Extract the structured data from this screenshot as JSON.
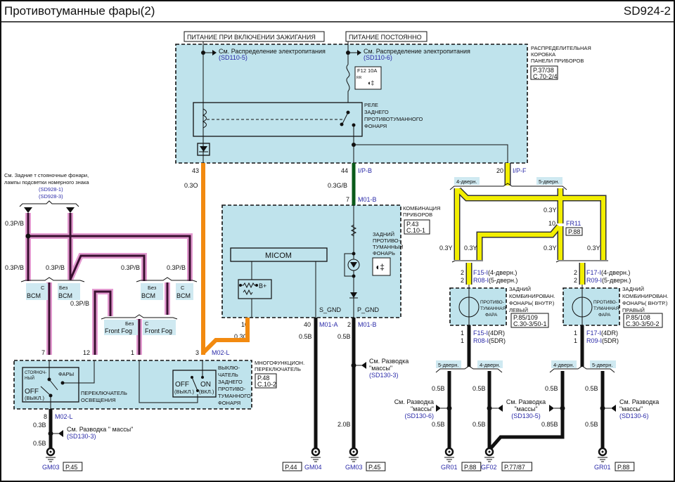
{
  "header": {
    "title": "Противотуманные фары(2)",
    "code": "SD924-2"
  },
  "power": {
    "ign": "ПИТАНИЕ ПРИ ВКЛЮЧЕНИИ ЗАЖИГАНИЯ",
    "const": "ПИТАНИЕ ПОСТОЯННО",
    "see": "См. Распределение электропитания",
    "ref1": "(SD110-5)",
    "ref2": "(SD110-6)"
  },
  "fuse": {
    "name": "F12 10A",
    "sub": "RR"
  },
  "relay": {
    "lines": [
      "РЕЛЕ",
      "ЗАДНЕГО",
      "ПРОТИВОТУМАННОГО",
      "ФОНАРЯ"
    ]
  },
  "junction_box": {
    "lines": [
      "РАСПРЕДЕЛИТЕЛЬНАЯ",
      "КОРОБКА",
      "ПАНЕЛИ ПРИБОРОВ"
    ],
    "ref1": "P.37/38",
    "ref2": "C.70-2/4"
  },
  "pins": {
    "p43": "43",
    "w43": "0.3O",
    "p44": "44",
    "c44": "I/P-B",
    "w44": "0.3G/B",
    "p7": "7",
    "c7": "M01-B",
    "p20": "20",
    "c20": "I/P-F",
    "p10": "10",
    "w10": "0.3O",
    "p40": "40",
    "c40": "M01-A",
    "p2": "2",
    "c2": "M01-B",
    "w40": "0.5B",
    "w2": "0.5B",
    "w2b": "2.0B"
  },
  "cluster": {
    "lines": [
      "КОМБИНАЦИЯ",
      "ПРИБОРОВ"
    ],
    "ref1": "P.43",
    "ref2": "C.10-1",
    "micom": "MICOM",
    "bplus": "B+",
    "sgnd": "S_GND",
    "pgnd": "P_GND",
    "lamp": [
      "ЗАДНИЙ",
      "ПРОТИВО-",
      "ТУМАННЫЙ",
      "ФОНАРЬ"
    ]
  },
  "left": {
    "see": [
      "См. Задние т стояночные фонари,",
      "лампы подсветки  номерного знака"
    ],
    "ref1": "(SD928-1)",
    "ref2": "(SD928-3)",
    "wire": "0.3P/B",
    "with": "С",
    "without": "Без",
    "bcm": "BCM",
    "ff": "Front Fog"
  },
  "mfs": {
    "pins": [
      "7",
      "12",
      "1",
      "3"
    ],
    "conn": "M02-L",
    "park": [
      "СТОЯНОЧ-",
      "НЫЙ"
    ],
    "head": "ФАРЫ",
    "off": "OFF",
    "offr": "(ВЫКЛ.)",
    "on": "ON",
    "onr": "(ВКЛ.)",
    "light": [
      "ПЕРЕКЛЮЧАТЕЛЬ",
      "ОСВЕЩЕНИЯ"
    ],
    "fogsw": [
      "ВЫКЛЮ-",
      "ЧАТЕЛЬ",
      "ЗАДНЕГО",
      "ПРОТИВО-",
      "ТУМАННОГО",
      "ФОНАРЯ"
    ],
    "name": [
      "МНОГОФУНКЦИОН.",
      "ПЕРЕКЛЮЧАТЕЛЬ"
    ],
    "ref1": "P.48",
    "ref2": "C.10-2",
    "p8": "8",
    "w1": "0.3B",
    "w2": "0.5B"
  },
  "gnd": {
    "see": "См. Разводка",
    "massy": "\"массы\"",
    "seefull": "См. Разводка \" массы\"",
    "r3": "(SD130-3)",
    "r5": "(SD130-5)",
    "r6": "(SD130-6)"
  },
  "doors": {
    "d4": "4-дверн.",
    "d5": "5-дверн.",
    "y": "0.3Y",
    "fr_pin": "10",
    "fr": "FR11",
    "fr_ref": "P.88"
  },
  "lamps": {
    "left": {
      "c1": "F15-I",
      "c1s": "(4-дверн.)",
      "c2": "R08-I",
      "c2s": "(5-дверн.)",
      "b1": "F15-I",
      "b1s": "(4DR)",
      "b2": "R08-I",
      "b2s": "(5DR)",
      "side": "ЛЕВЫЙ",
      "ref1": "P.85/109",
      "ref2": "C.30-3/50-1"
    },
    "right": {
      "c1": "F17-I",
      "c1s": "(4-дверн.)",
      "c2": "R09-I",
      "c2s": "(5-дверн.)",
      "b1": "F17-I",
      "b1s": "(4DR)",
      "b2": "R09-I",
      "b2s": "(5DR)",
      "side": "ПРАВЫЙ",
      "ref1": "P.85/108",
      "ref2": "C.30-3/50-2"
    },
    "pin2": "2",
    "pin1": "1",
    "name": [
      "ЗАДНИЙ",
      "КОМБИНИРОВАН.",
      "ФОНАРЬ( ВНУТР.)"
    ],
    "inner": [
      "ПРОТИВО-",
      "ТУМАННАЯ",
      "ФАРА"
    ]
  },
  "wires_b": {
    "w05": "0.5B",
    "w085": "0.85B"
  },
  "grounds": [
    {
      "name": "GM03",
      "ref": "P.45"
    },
    {
      "name": "GM04",
      "ref": "P.44"
    },
    {
      "name": "GM03",
      "ref": "P.45"
    },
    {
      "name": "GR01",
      "ref": "P.88"
    },
    {
      "name": "GF02",
      "ref": "P.77/87"
    },
    {
      "name": "GR01",
      "ref": "P.88"
    }
  ]
}
